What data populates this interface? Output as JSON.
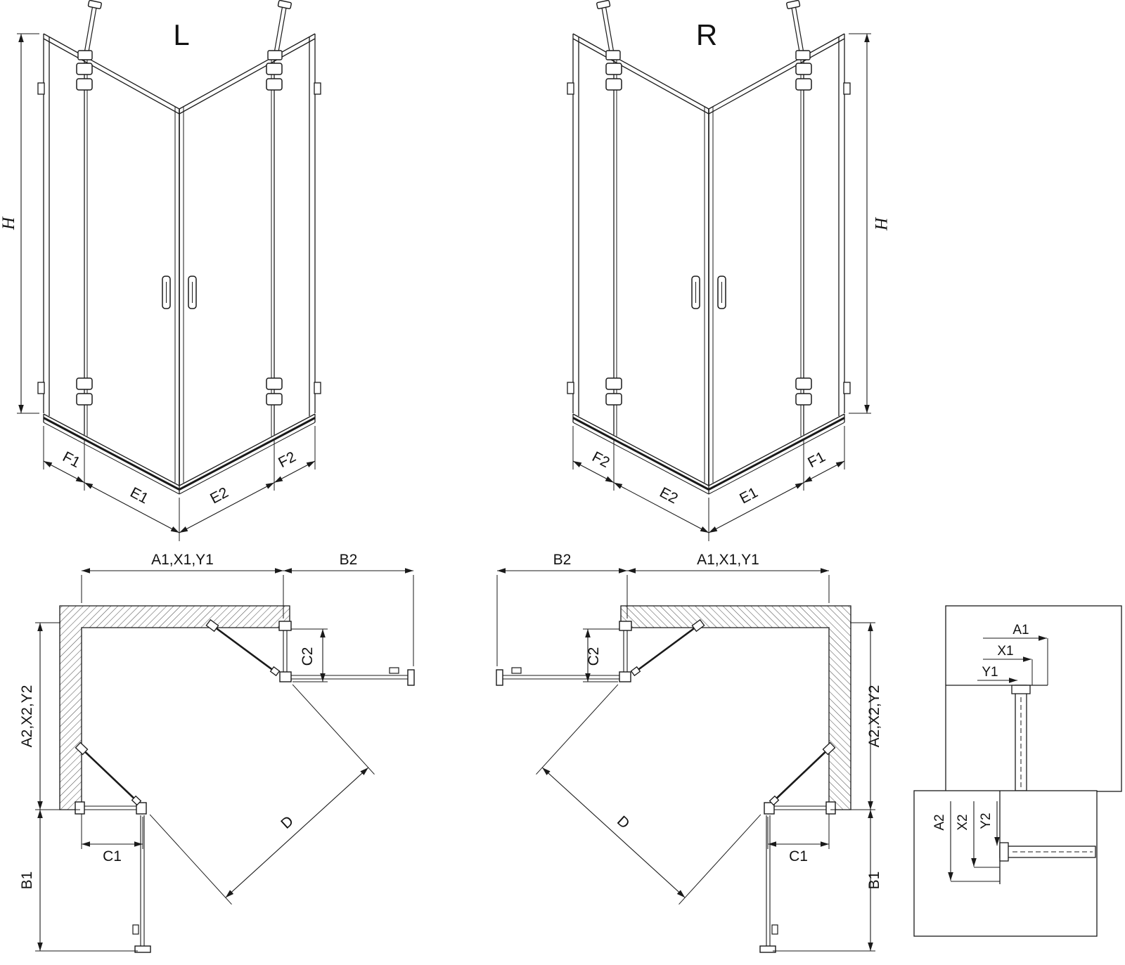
{
  "perspective_left": {
    "title": "L",
    "height_label": "H",
    "bottom_labels": {
      "f1": "F1",
      "e1": "E1",
      "e2": "E2",
      "f2": "F2"
    }
  },
  "perspective_right": {
    "title": "R",
    "height_label": "H",
    "bottom_labels": {
      "f2": "F2",
      "e2": "E2",
      "e1": "E1",
      "f1": "F1"
    }
  },
  "plan_left": {
    "top_width_label": "A1,X1,Y1",
    "door_right_label": "B2",
    "fixed_right_label": "C2",
    "side_depth_label": "A2,X2,Y2",
    "fixed_bottom_label": "C1",
    "door_bottom_label": "B1",
    "diagonal_label": "D"
  },
  "plan_right": {
    "top_width_label": "A1,X1,Y1",
    "door_right_label": "B2",
    "fixed_right_label": "C2",
    "side_depth_label": "A2,X2,Y2",
    "fixed_bottom_label": "C1",
    "door_bottom_label": "B1",
    "diagonal_label": "D"
  },
  "detail_top": {
    "a1": "A1",
    "x1": "X1",
    "y1": "Y1"
  },
  "detail_bottom": {
    "a2": "A2",
    "x2": "X2",
    "y2": "Y2"
  }
}
